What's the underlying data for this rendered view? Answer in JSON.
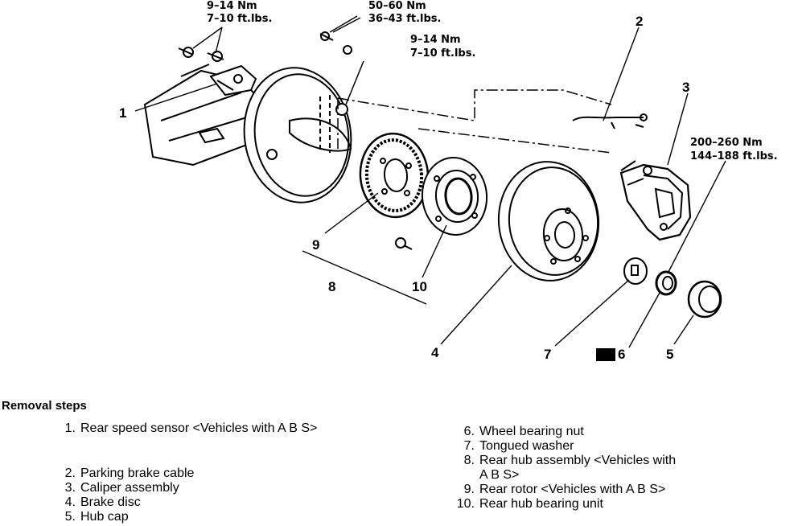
{
  "torque_specs": {
    "sensor_bolts": {
      "nm": "9–14  Nm",
      "ftlbs": "7–10  ft.lbs."
    },
    "wheel_bolts": {
      "nm": "50–60  Nm",
      "ftlbs": "36–43  ft.lbs."
    },
    "hub_bolts": {
      "nm": "9–14  Nm",
      "ftlbs": "7–10  ft.lbs."
    },
    "bearing_nut": {
      "nm": "200–260  Nm",
      "ftlbs": "144–188  ft.lbs."
    }
  },
  "callouts": {
    "c1": "1",
    "c2": "2",
    "c3": "3",
    "c4": "4",
    "c5": "5",
    "c6": "6",
    "c7": "7",
    "c8": "8",
    "c9": "9",
    "c10": "10"
  },
  "removal_steps": {
    "heading": "Removal steps",
    "items": [
      {
        "num": "1.",
        "text": "Rear speed sensor <Vehicles with A B S>"
      },
      {
        "num": "2.",
        "text": "Parking brake cable"
      },
      {
        "num": "3.",
        "text": "Caliper assembly"
      },
      {
        "num": "4.",
        "text": "Brake disc"
      },
      {
        "num": "5.",
        "text": "Hub cap"
      },
      {
        "num": "6.",
        "text": "Wheel bearing nut"
      },
      {
        "num": "7.",
        "text": "Tongued washer"
      },
      {
        "num": "8.",
        "text": "Rear hub assembly <Vehicles with\nA B S>"
      },
      {
        "num": "9.",
        "text": "Rear rotor <Vehicles with A B S>"
      },
      {
        "num": "10.",
        "text": "Rear hub bearing unit"
      }
    ]
  }
}
